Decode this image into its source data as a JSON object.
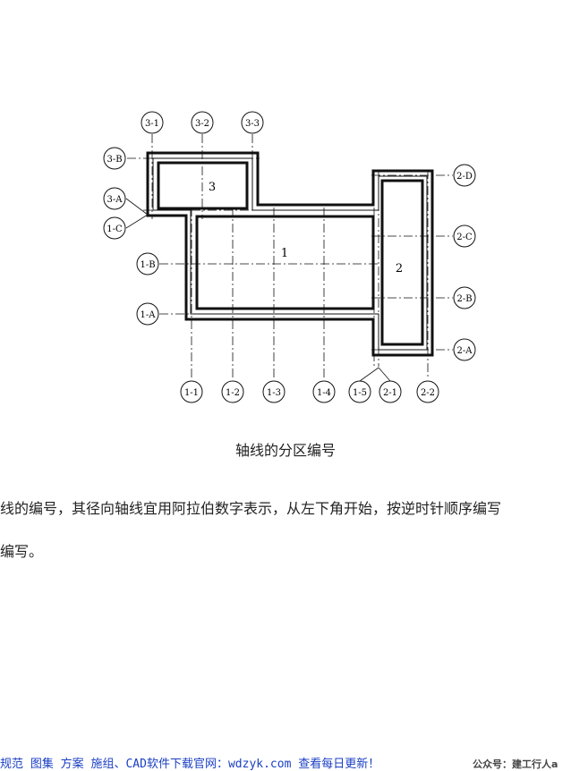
{
  "diagram": {
    "zones": [
      {
        "id": "zone-1",
        "label": "1"
      },
      {
        "id": "zone-2",
        "label": "2"
      },
      {
        "id": "zone-3",
        "label": "3"
      }
    ],
    "axes": [
      {
        "id": "3-1",
        "label": "3-1"
      },
      {
        "id": "3-2",
        "label": "3-2"
      },
      {
        "id": "3-3",
        "label": "3-3"
      },
      {
        "id": "3-b",
        "label": "3-B"
      },
      {
        "id": "3-a",
        "label": "3-A"
      },
      {
        "id": "1-c",
        "label": "1-C"
      },
      {
        "id": "1-b",
        "label": "1-B"
      },
      {
        "id": "1-a",
        "label": "1-A"
      },
      {
        "id": "2-d",
        "label": "2-D"
      },
      {
        "id": "2-c",
        "label": "2-C"
      },
      {
        "id": "2-b",
        "label": "2-B"
      },
      {
        "id": "2-a",
        "label": "2-A"
      },
      {
        "id": "1-1",
        "label": "1-1"
      },
      {
        "id": "1-2",
        "label": "1-2"
      },
      {
        "id": "1-3",
        "label": "1-3"
      },
      {
        "id": "1-4",
        "label": "1-4"
      },
      {
        "id": "1-5",
        "label": "1-5"
      },
      {
        "id": "2-1",
        "label": "2-1"
      },
      {
        "id": "2-2",
        "label": "2-2"
      }
    ]
  },
  "caption": "轴线的分区编号",
  "paragraph": {
    "line1": "线的编号，其径向轴线宜用阿拉伯数字表示，从左下角开始，按逆时针顺序编写",
    "line2": "编写。"
  },
  "footer": {
    "link_text": "规范 图集 方案 施组、CAD软件下载官网：wdzyk.com 查看每日更新！",
    "right_text": "公众号：建工行人a"
  },
  "colors": {
    "line": "#111111",
    "footer_link": "#1a3fc4"
  }
}
